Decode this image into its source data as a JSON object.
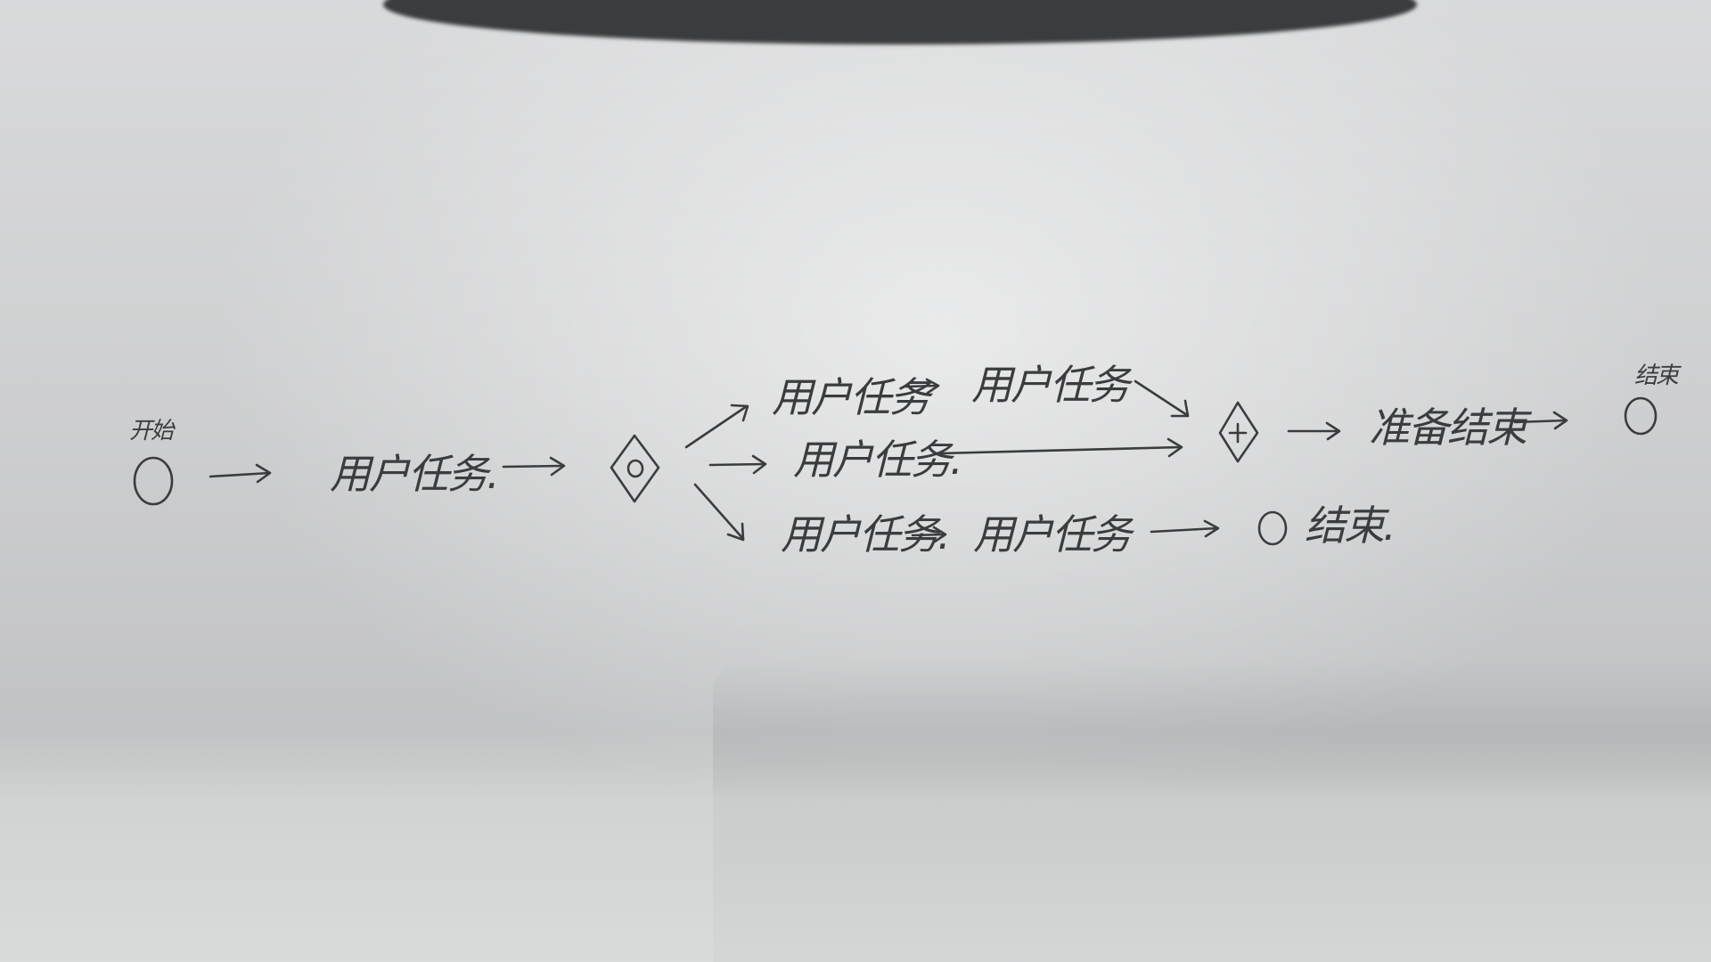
{
  "diagram": {
    "start_event": {
      "label": "开始"
    },
    "task_1": {
      "label": "用户任务."
    },
    "exclusive_gateway": {
      "symbol": "◇",
      "inner": "O"
    },
    "branch_top": {
      "task_a": {
        "label": "用户任务"
      },
      "task_b": {
        "label": "用户任务"
      }
    },
    "branch_middle": {
      "task": {
        "label": "用户任务."
      }
    },
    "branch_bottom": {
      "task_a": {
        "label": "用户任务."
      },
      "task_b": {
        "label": "用户任务"
      },
      "end_event": {
        "label": "结束."
      }
    },
    "parallel_gateway": {
      "symbol": "◇",
      "inner": "+"
    },
    "prepare_end_task": {
      "label": "准备结束"
    },
    "end_event": {
      "label": "结束"
    }
  },
  "colors": {
    "ink": "#3a3c3e",
    "paper": "#d2d3d4"
  }
}
